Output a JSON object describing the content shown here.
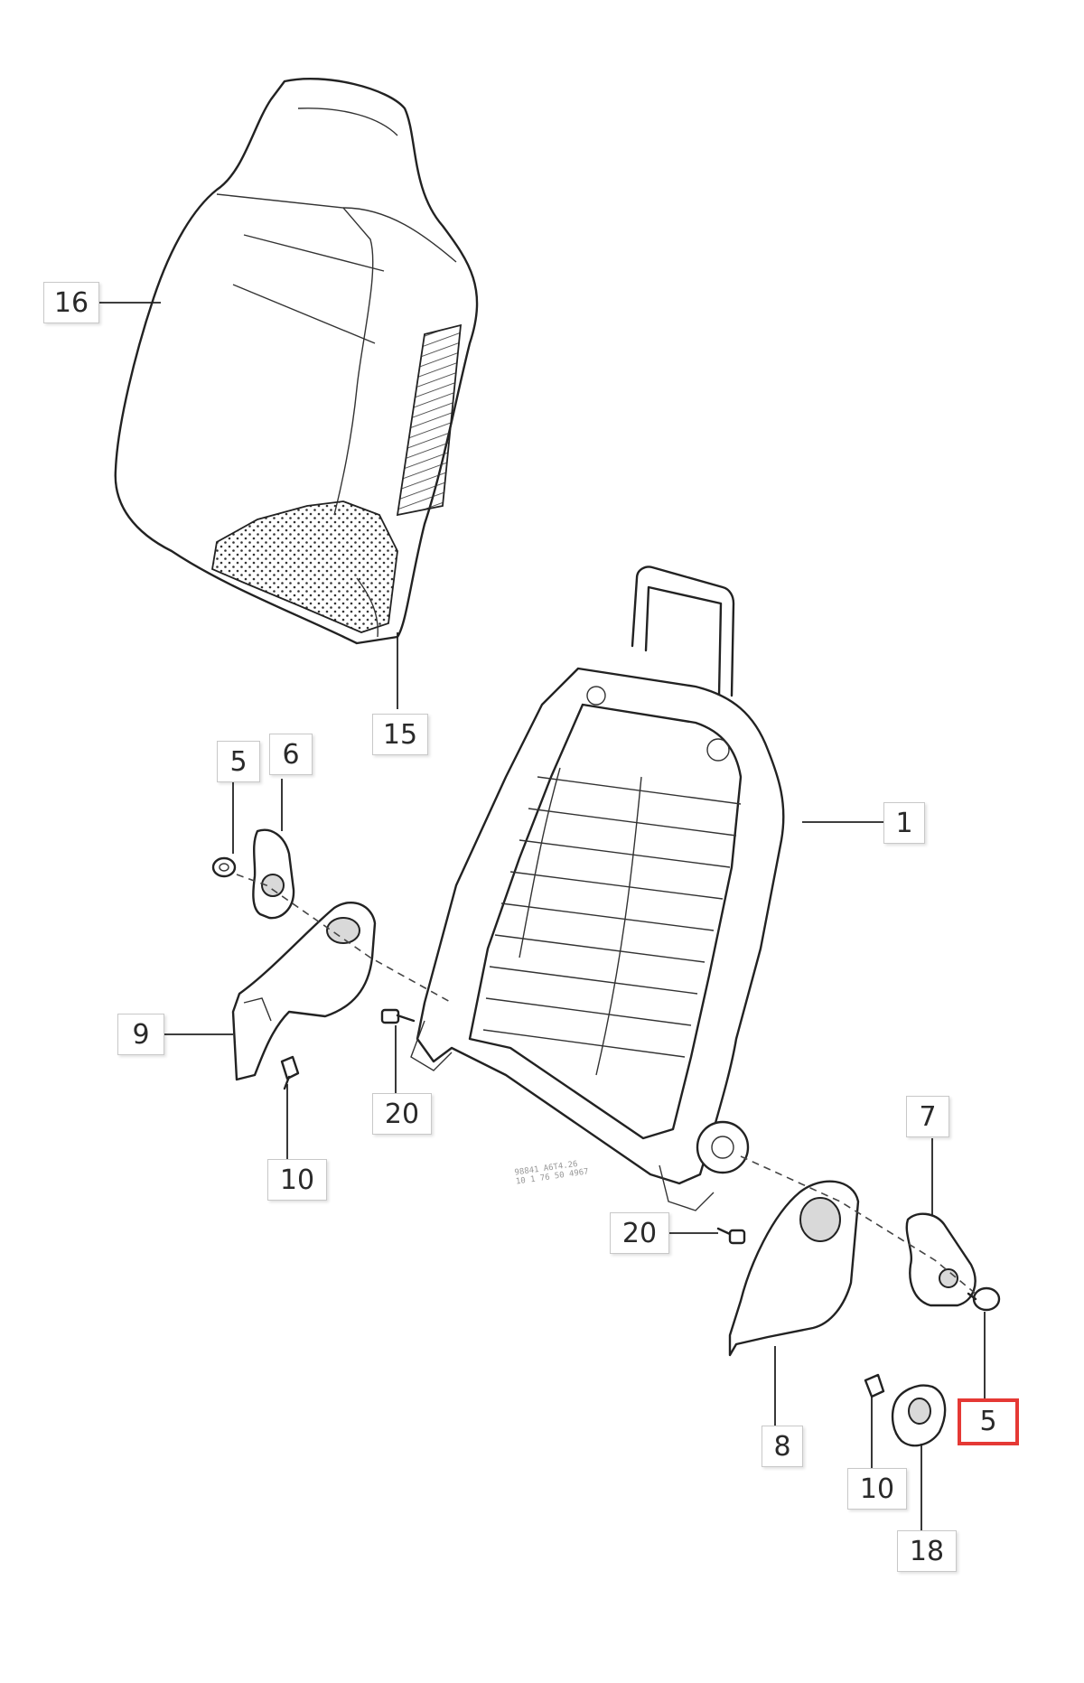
{
  "diagram": {
    "callouts": [
      {
        "id": "c16",
        "label": "16"
      },
      {
        "id": "c15",
        "label": "15"
      },
      {
        "id": "c5a",
        "label": "5"
      },
      {
        "id": "c6",
        "label": "6"
      },
      {
        "id": "c1",
        "label": "1"
      },
      {
        "id": "c9",
        "label": "9"
      },
      {
        "id": "c20a",
        "label": "20"
      },
      {
        "id": "c10a",
        "label": "10"
      },
      {
        "id": "c7",
        "label": "7"
      },
      {
        "id": "c20b",
        "label": "20"
      },
      {
        "id": "c5b",
        "label": "5"
      },
      {
        "id": "c8",
        "label": "8"
      },
      {
        "id": "c10b",
        "label": "10"
      },
      {
        "id": "c18",
        "label": "18"
      }
    ],
    "highlighted_callout": "5",
    "highlight_color": "#e53935",
    "stamp_text": [
      "98841 A6T4.26",
      "10 1 76 50 4967"
    ]
  }
}
